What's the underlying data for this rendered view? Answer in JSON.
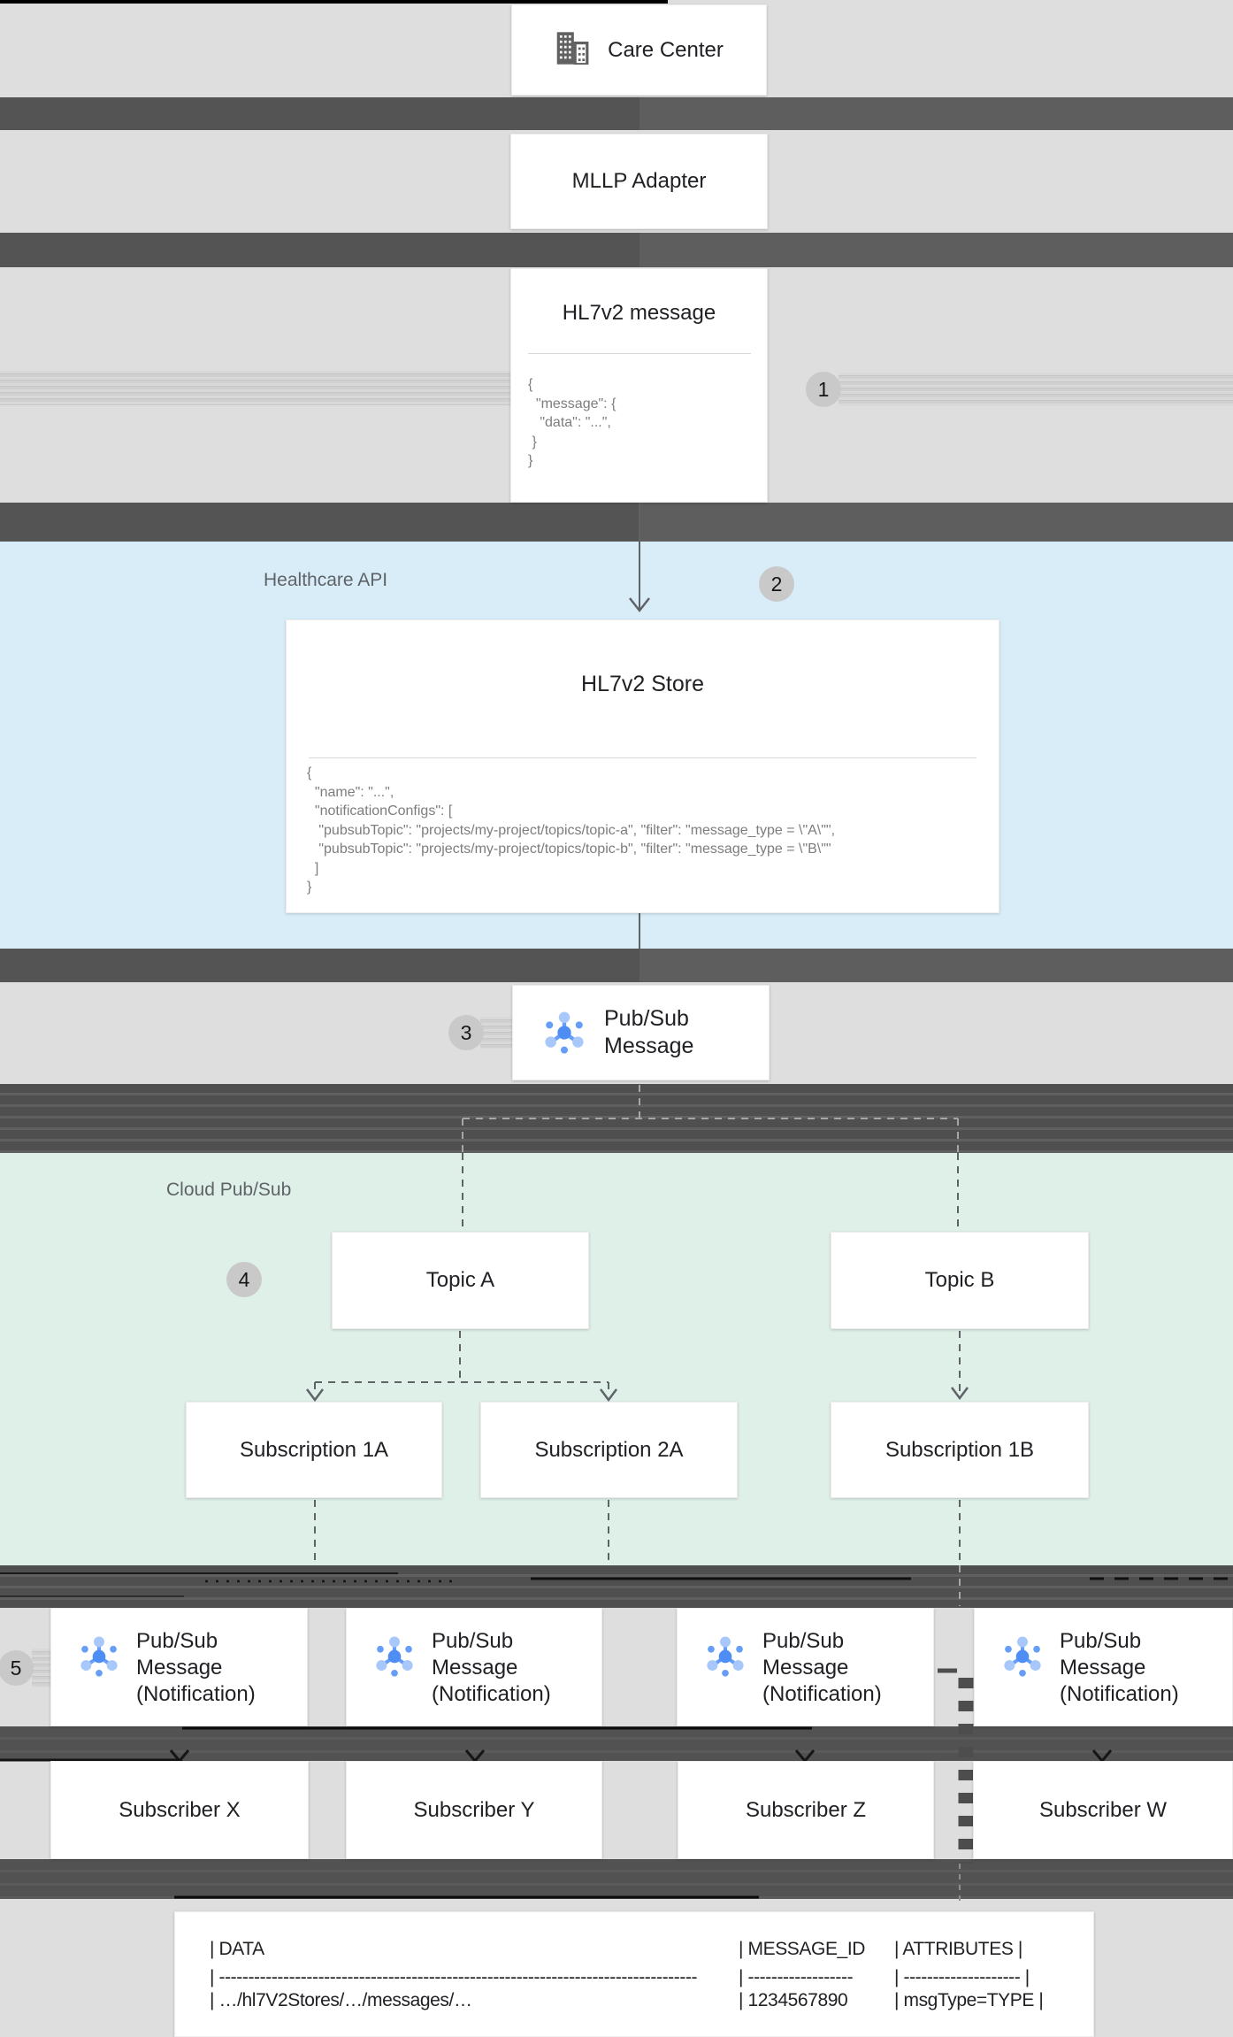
{
  "sections": {
    "healthcare_api": "Healthcare API",
    "cloud_pubsub": "Cloud Pub/Sub"
  },
  "steps": {
    "one": "1",
    "two": "2",
    "three": "3",
    "four": "4",
    "five": "5"
  },
  "nodes": {
    "care_center": "Care Center",
    "mllp_adapter": "MLLP Adapter",
    "hl7v2_message": {
      "title": "HL7v2 message",
      "code": "{\n  \"message\": {\n   \"data\": \"...\",\n }\n}"
    },
    "hl7v2_store": {
      "title": "HL7v2 Store",
      "code": "{\n  \"name\": \"...\",\n  \"notificationConfigs\": [\n   \"pubsubTopic\": \"projects/my-project/topics/topic-a\", \"filter\": \"message_type = \\\"A\\\"\",\n   \"pubsubTopic\": \"projects/my-project/topics/topic-b\", \"filter\": \"message_type = \\\"B\\\"\"\n  ]\n}"
    },
    "pubsub_message": {
      "line1": "Pub/Sub",
      "line2": "Message"
    },
    "topics": {
      "a": "Topic A",
      "b": "Topic B"
    },
    "subscriptions": {
      "s1a": "Subscription 1A",
      "s2a": "Subscription 2A",
      "s1b": "Subscription 1B"
    },
    "notification": {
      "line1": "Pub/Sub",
      "line2": "Message",
      "line3": "(Notification)"
    },
    "subscribers": {
      "x": "Subscriber X",
      "y": "Subscriber Y",
      "z": "Subscriber Z",
      "w": "Subscriber W"
    }
  },
  "table": {
    "col_data": {
      "header": "| DATA",
      "separator": "| ----------------------------------------------------------------------------------",
      "value": "| …/hl7V2Stores/…/messages/…"
    },
    "col_message_id": {
      "header": "| MESSAGE_ID",
      "separator": "| ------------------",
      "value": "| 1234567890"
    },
    "col_attributes": {
      "header": "| ATTRIBUTES |",
      "separator": "| -------------------- |",
      "value": "| msgType=TYPE |"
    }
  },
  "colors": {
    "pubsub_icon_center": "#4e8df4",
    "pubsub_icon_light": "#a8c7fa",
    "pubsub_icon_medium": "#669df6",
    "building_icon_gray": "#616161",
    "healthcare_section_bg": "#d9edf9",
    "pubsub_section_bg": "#dff0e8",
    "separator_band_gray": "#555555",
    "step_circle_bg": "#c9c9c9"
  }
}
